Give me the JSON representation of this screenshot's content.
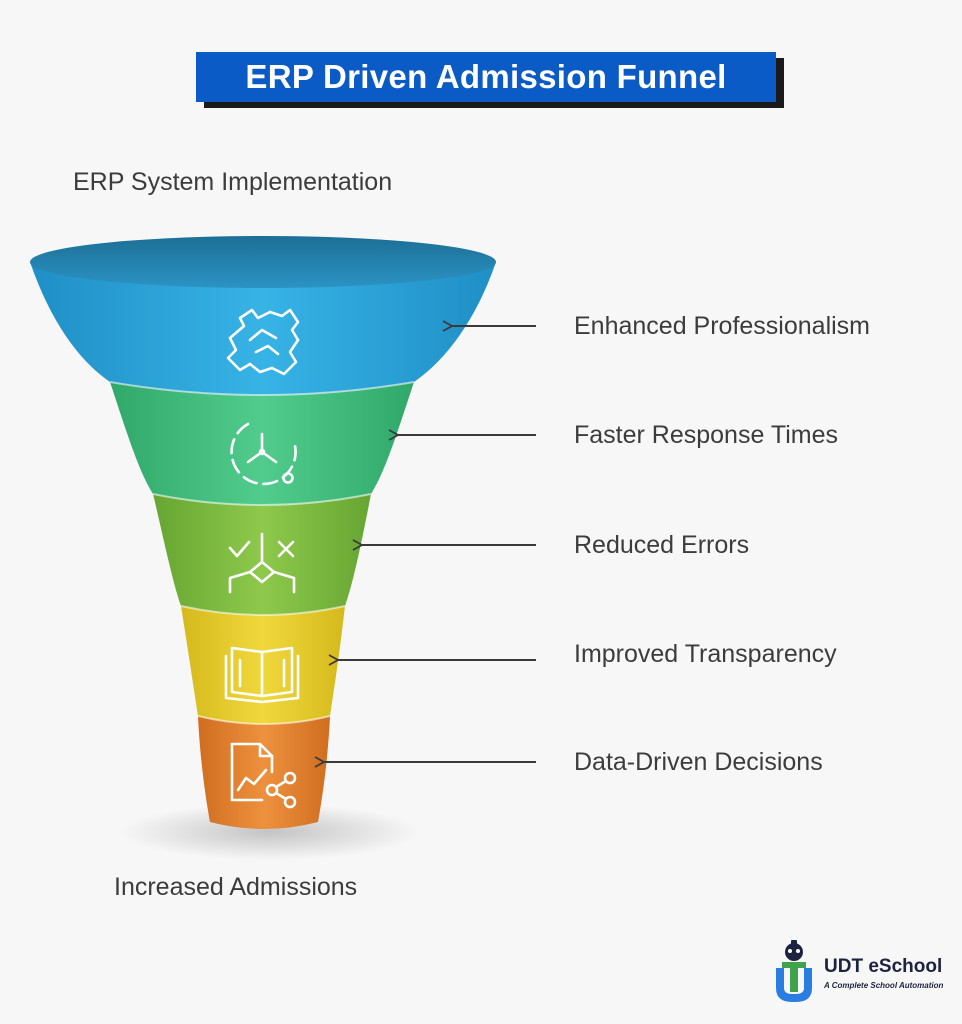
{
  "title": "ERP Driven Admission Funnel",
  "top_label": "ERP System Implementation",
  "bottom_label": "Increased Admissions",
  "stages": [
    {
      "label": "Enhanced Professionalism",
      "icon": "handshake-icon",
      "color": "#2aa6db"
    },
    {
      "label": "Faster Response Times",
      "icon": "clock-icon",
      "color": "#3fbf7f"
    },
    {
      "label": "Reduced Errors",
      "icon": "decision-check-cross-icon",
      "color": "#7ab83e"
    },
    {
      "label": "Improved Transparency",
      "icon": "open-book-icon",
      "color": "#e2c92b"
    },
    {
      "label": "Data-Driven Decisions",
      "icon": "chart-document-icon",
      "color": "#e07f2e"
    }
  ],
  "logo": {
    "name": "UDT eSchool",
    "tagline": "A Complete School Automation"
  }
}
